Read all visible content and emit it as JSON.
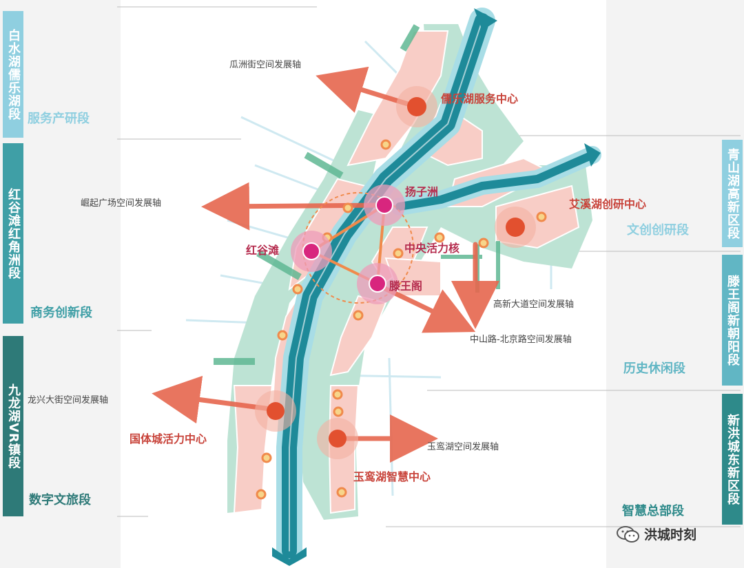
{
  "left_bars": [
    {
      "label": "白水湖儒乐湖段",
      "color": "#8fcfe0"
    },
    {
      "label": "红谷滩红角洲段",
      "color": "#3f9fa6"
    },
    {
      "label": "九龙湖VR镇段",
      "color": "#2e7a78"
    }
  ],
  "right_bars": [
    {
      "label": "青山湖高新区段",
      "color": "#8fcfe0"
    },
    {
      "label": "滕王阁新朝阳段",
      "color": "#61b6c4"
    },
    {
      "label": "新洪城东新区段",
      "color": "#2e8a8a"
    }
  ],
  "segments": {
    "service": "服务产研段",
    "business": "商务创新段",
    "digital": "数字文旅段",
    "culture": "文创创研段",
    "history": "历史休闲段",
    "hq": "智慧总部段"
  },
  "axes": {
    "guazhou": "瓜洲街空间发展轴",
    "jueqi": "崛起广场空间发展轴",
    "gaoxin": "高新大道空间发展轴",
    "zhongshan": "中山路-北京路空间发展轴",
    "longxing": "龙兴大街空间发展轴",
    "yuyuanhu": "玉鸾湖空间发展轴"
  },
  "centers": {
    "rulehu": "儒乐湖服务中心",
    "aixihu": "艾溪湖创研中心",
    "guoticheng": "国体城活力中心",
    "yuyuanhu": "玉鸾湖智慧中心"
  },
  "nodes": {
    "yangzizhou": "扬子洲",
    "honggutan": "红谷滩",
    "tengwangge": "滕王阁",
    "core": "中央活力核"
  },
  "colors": {
    "river_dark": "#1e8a99",
    "river_light": "#a8dde6",
    "land_pink": "#f8cdc6",
    "land_green": "#b9e2d2",
    "axis_red": "#e6674e",
    "node_magenta": "#d8267e",
    "center_red": "#e2502f"
  },
  "watermark": {
    "text": "洪城时刻",
    "icon": "wechat-icon"
  }
}
